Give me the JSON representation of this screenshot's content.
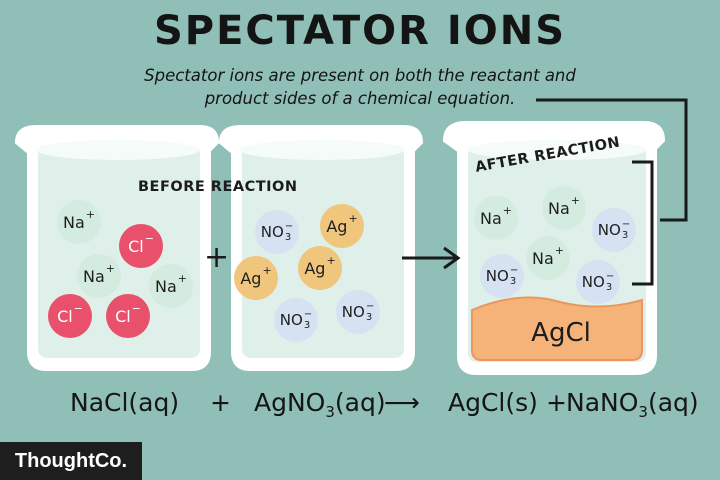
{
  "title": "SPECTATOR IONS",
  "subtitle": {
    "line1": "Spectator ions are present on both the reactant and",
    "line2": "product sides of a chemical equation."
  },
  "beakers": {
    "before_label": "BEFORE REACTION",
    "after_label": "AFTER REACTION",
    "precipitate_label": "AgCl"
  },
  "ions": {
    "na": {
      "symbol": "Na",
      "charge": "+"
    },
    "cl": {
      "symbol": "Cl",
      "charge": "−"
    },
    "ag": {
      "symbol": "Ag",
      "charge": "+"
    },
    "no3": {
      "symbol": "NO",
      "subscript": "3",
      "charge": "−"
    }
  },
  "operators": {
    "plus": "+",
    "arrow": "→"
  },
  "equation": {
    "reactant1": "NaCl(aq)",
    "plus1": "+",
    "reactant2_a": "AgNO",
    "reactant2_sub": "3",
    "reactant2_b": "(aq)",
    "arrow": "⟶",
    "product1": "AgCl(s)",
    "plus2": "+",
    "product2_a": "NaNO",
    "product2_sub": "3",
    "product2_b": "(aq)"
  },
  "brand": "ThoughtCo.",
  "colors": {
    "background": "#8fbfb7",
    "na": "#d4ecdf",
    "cl": "#e9506c",
    "ag": "#f0c67d",
    "no3": "#d6e2f2",
    "precipitate": "#f5b37a"
  }
}
